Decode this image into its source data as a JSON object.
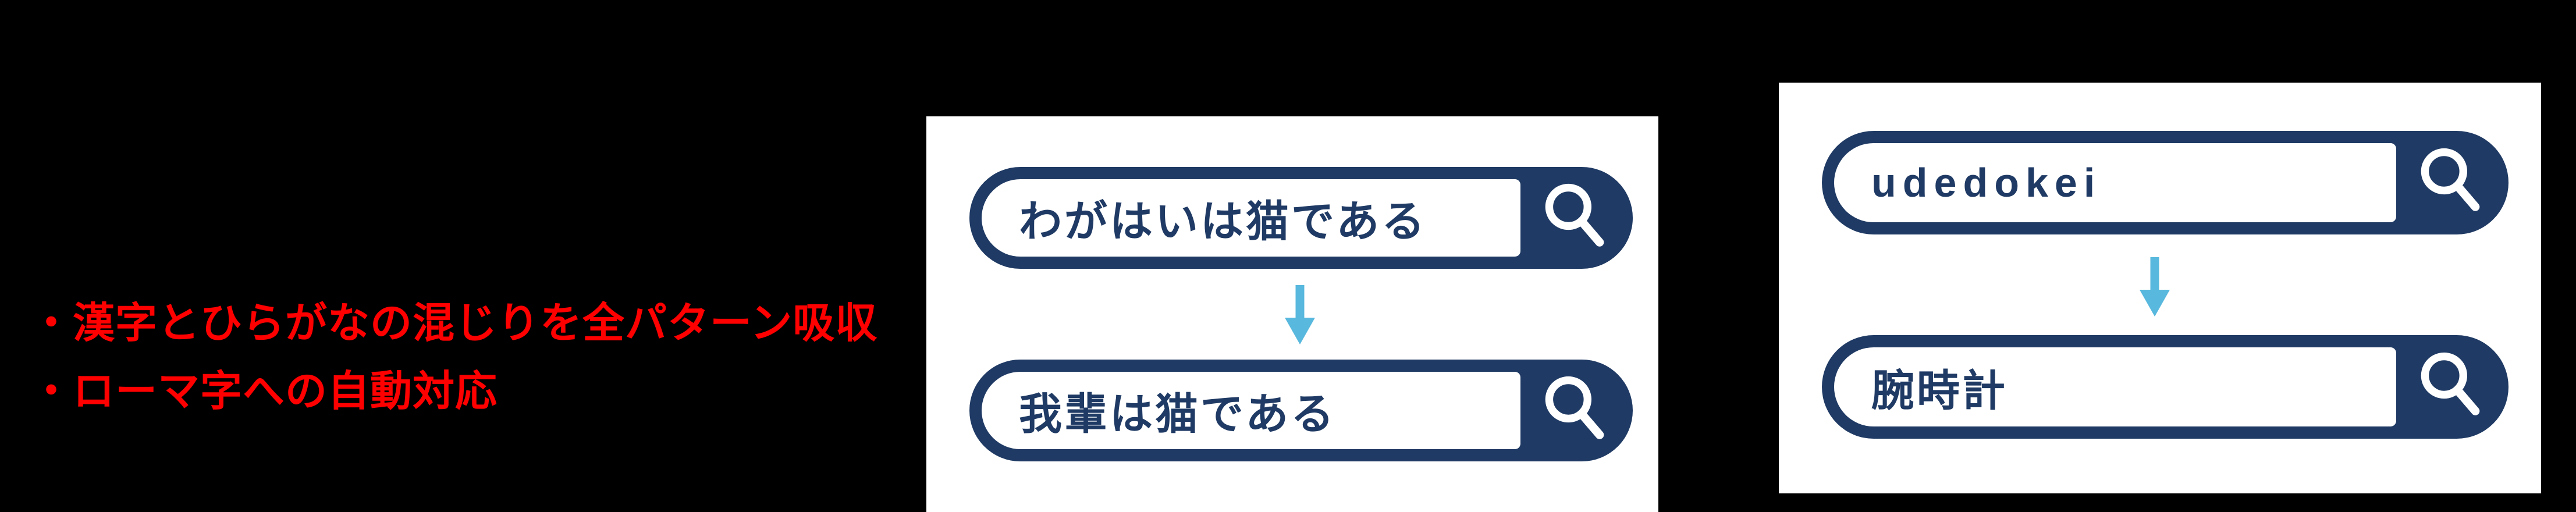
{
  "canvas": {
    "background": "#000000"
  },
  "colors": {
    "pill_navy": "#1f3a64",
    "arrow_blue": "#58b8dd",
    "bullet_red": "#ff0000",
    "panel_white": "#ffffff"
  },
  "bullets": {
    "items": [
      {
        "label": "・漢字とひらがなの混じりを全パターン吸収"
      },
      {
        "label": "・ローマ字への自動対応"
      }
    ]
  },
  "examples": [
    {
      "id": "kanji-hiragana-absorption",
      "input_query": "わがはいは猫である",
      "output_query": "我輩は猫である"
    },
    {
      "id": "romaji-conversion",
      "input_query": "udedokei",
      "output_query": "腕時計"
    }
  ],
  "icons": {
    "search": "magnifier",
    "transform": "down-arrow"
  }
}
